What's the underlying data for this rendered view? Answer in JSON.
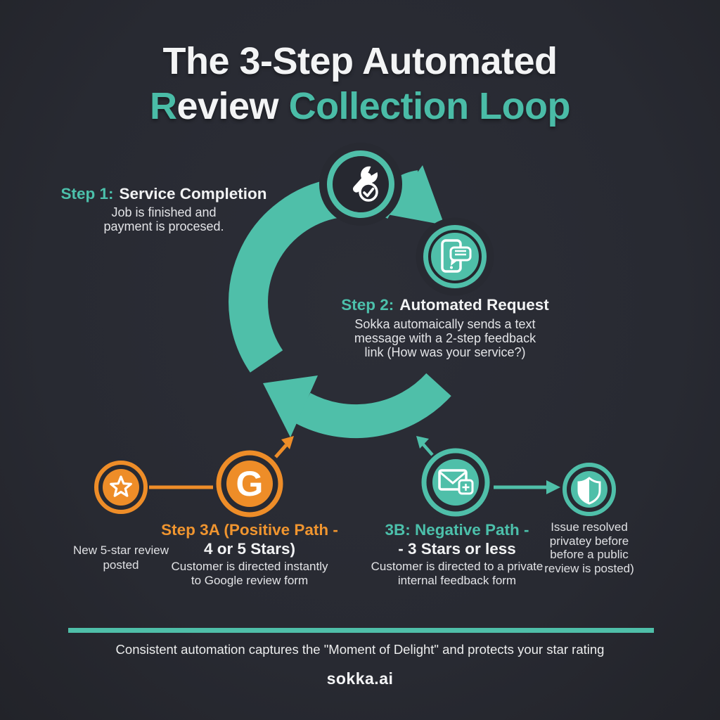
{
  "title": {
    "line1": "The 3-Step Automated",
    "line2_r": "R",
    "line2_white": "eview",
    "line2_teal": "Collection Loop"
  },
  "steps": {
    "step1": {
      "label": "Step 1:",
      "title": "Service Completion",
      "body": "Job is finished and\npayment is procesed."
    },
    "step2": {
      "label": "Step 2:",
      "title": "Automated Request",
      "body": "Sokka automaically sends a text\nmessage with a 2-step feedback\nlink (How was your service?)"
    },
    "step3a": {
      "heading1": "Step 3A (Positive Path -",
      "heading2": "4 or 5 Stars)",
      "body": "Customer is directed instantly\nto Google review form",
      "caption": "New 5-star review\nposted"
    },
    "step3b": {
      "heading1": "3B: Negative Path -",
      "heading2": "- 3 Stars or less",
      "body": "Customer is directed to a private\ninternal feedback form",
      "caption": "Issue resolved\nprivatey before\nbefore a public\nreview is posted)"
    }
  },
  "icons": {
    "google_g": "G",
    "names": [
      "wrench-check-icon",
      "phone-message-icon",
      "star-icon",
      "google-g-icon",
      "envelope-plus-icon",
      "shield-icon"
    ]
  },
  "footer": {
    "tagline": "Consistent automation captures the \"Moment of Delight\" and protects your star rating",
    "brand": "sokka.ai"
  },
  "colors": {
    "background": "#2a2c34",
    "teal": "#4fbfa9",
    "orange": "#ee8d28",
    "orange_text": "#f0952f",
    "teal_text": "#4cc0ab",
    "white": "#ffffff"
  }
}
